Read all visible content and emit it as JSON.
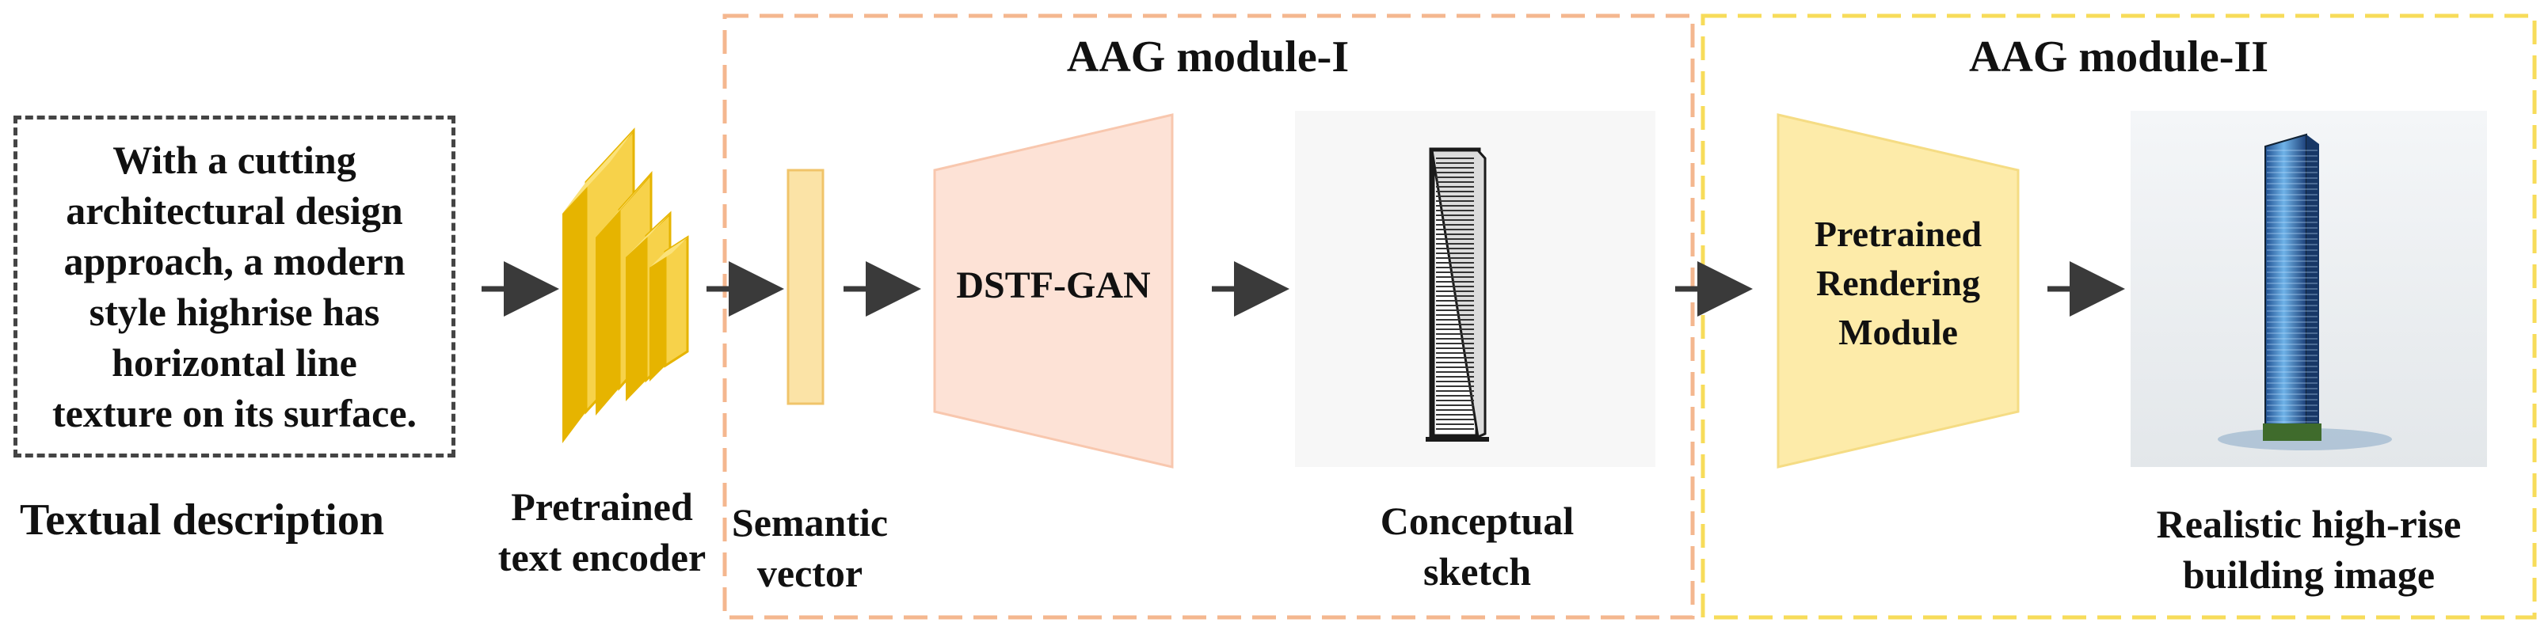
{
  "input": {
    "text_lines": [
      "With a cutting",
      "architectural design",
      "approach, a modern",
      "style highrise has",
      "horizontal line",
      "texture on its surface."
    ],
    "caption": "Textual description"
  },
  "encoder": {
    "caption_lines": [
      "Pretrained",
      "text encoder"
    ]
  },
  "semantic_vector": {
    "caption_lines": [
      "Semantic",
      "vector"
    ]
  },
  "module1": {
    "title": "AAG module-I",
    "generator_label": "DSTF-GAN",
    "output_caption_lines": [
      "Conceptual",
      "sketch"
    ]
  },
  "module2": {
    "title": "AAG module-II",
    "renderer_lines": [
      "Pretrained",
      "Rendering",
      "Module"
    ],
    "output_caption_lines": [
      "Realistic high-rise",
      "building image"
    ]
  },
  "colors": {
    "module1_border": "#f4b78f",
    "module2_border": "#f7dc5a",
    "encoder_fill": "#f7d24a",
    "encoder_edge": "#e6b400",
    "vector_fill": "#fbe3a6",
    "gan_fill": "#fde2d6",
    "renderer_fill": "#fdeba9",
    "arrow": "#3a3a3a"
  }
}
